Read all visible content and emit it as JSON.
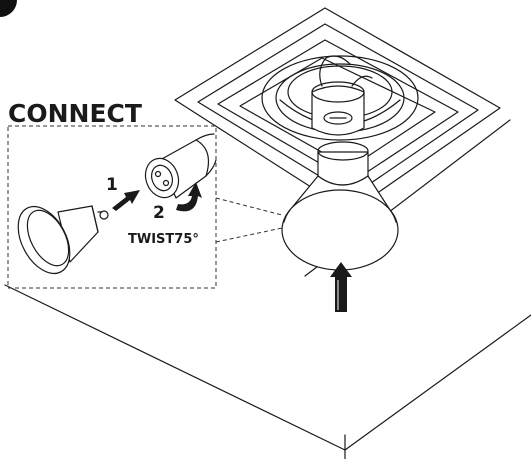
{
  "diagram": {
    "heading": "CONNECT",
    "step1": "1",
    "step2": "2",
    "twist": "TWIST75°"
  },
  "colors": {
    "ink": "#1a1a1a",
    "shade": "#3a3a3a",
    "background": "#ffffff"
  }
}
